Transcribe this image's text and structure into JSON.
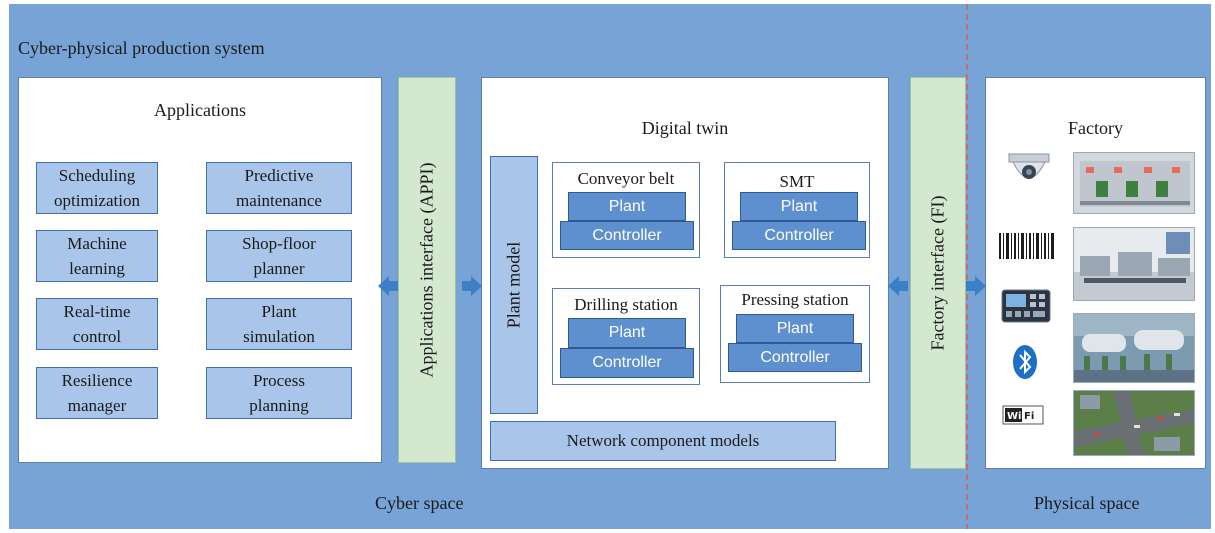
{
  "title": "Cyber-physical production system",
  "applications": {
    "title": "Applications",
    "items": [
      "Scheduling\noptimization",
      "Predictive\nmaintenance",
      "Machine\nlearning",
      "Shop-floor\nplanner",
      "Real-time\ncontrol",
      "Plant\nsimulation",
      "Resilience\nmanager",
      "Process\nplanning"
    ]
  },
  "appi_label": "Applications interface (APPI)",
  "digital_twin": {
    "title": "Digital twin",
    "plant_model": "Plant model",
    "network": "Network component models",
    "stations": [
      {
        "name": "Conveyor belt",
        "plant": "Plant",
        "controller": "Controller"
      },
      {
        "name": "SMT",
        "plant": "Plant",
        "controller": "Controller"
      },
      {
        "name": "Drilling station",
        "plant": "Plant",
        "controller": "Controller"
      },
      {
        "name": "Pressing station",
        "plant": "Plant",
        "controller": "Controller"
      }
    ]
  },
  "fi_label": "Factory interface (FI)",
  "factory": {
    "title": "Factory",
    "icons": [
      "camera-icon",
      "barcode-icon",
      "control-panel-icon",
      "bluetooth-icon",
      "wifi-icon"
    ]
  },
  "cyber_label": "Cyber space",
  "physical_label": "Physical space",
  "colors": {
    "background": "#77a3d6",
    "cell": "#a9c6ea",
    "block": "#5e8fce",
    "interface": "#d4e8cf",
    "divider": "#e05a4a"
  }
}
